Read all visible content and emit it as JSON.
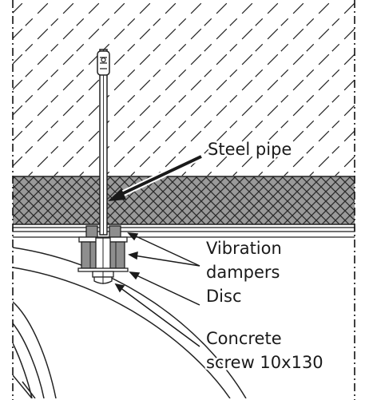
{
  "labels": {
    "steel_pipe": "Steel pipe",
    "vibration": "Vibration",
    "dampers": "dampers",
    "disc": "Disc",
    "concrete": "Concrete",
    "screw": "screw 10x130"
  }
}
